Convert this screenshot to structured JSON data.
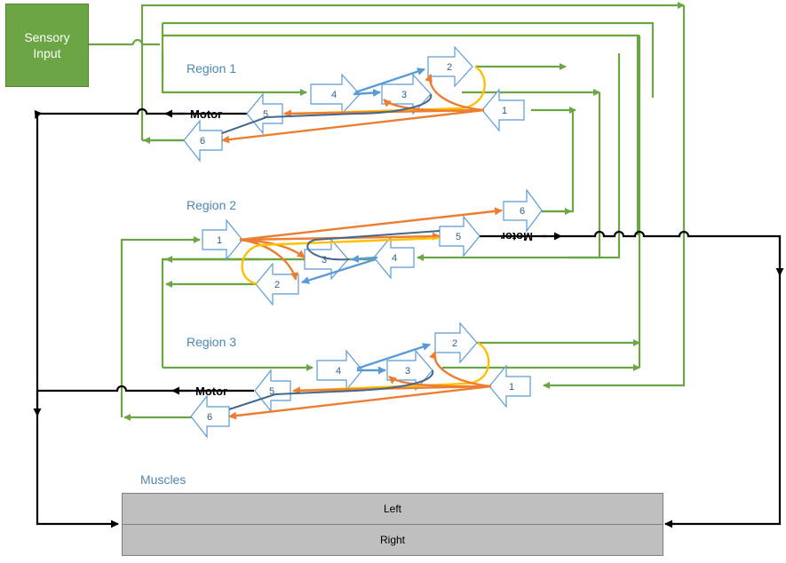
{
  "sensory": {
    "line1": "Sensory",
    "line2": "Input"
  },
  "regions": [
    {
      "label": "Region 1",
      "cells": [
        "1",
        "2",
        "3",
        "4",
        "5",
        "6"
      ]
    },
    {
      "label": "Region 2",
      "cells": [
        "1",
        "2",
        "3",
        "4",
        "5",
        "6"
      ]
    },
    {
      "label": "Region 3",
      "cells": [
        "1",
        "2",
        "3",
        "4",
        "5",
        "6"
      ]
    }
  ],
  "motor_label": "Motor",
  "muscles": {
    "label": "Muscles",
    "left": "Left",
    "right": "Right"
  },
  "colors": {
    "green": "#6ca544",
    "blue": "#5b9bd5",
    "orange": "#ed7d31",
    "yellow": "#ffc000",
    "dark_blue": "#44688c"
  }
}
